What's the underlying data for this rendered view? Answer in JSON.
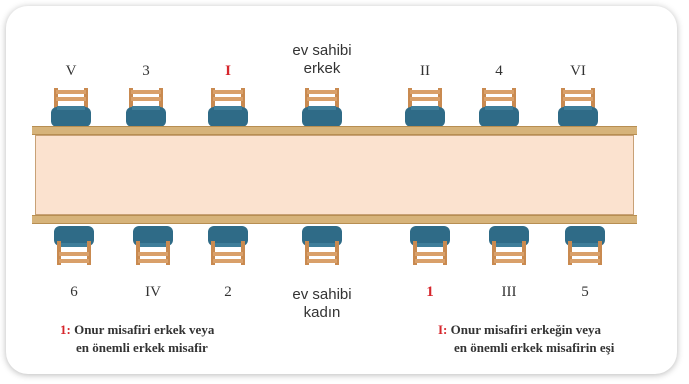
{
  "top_labels": [
    "V",
    "3",
    "I",
    "II",
    "4",
    "VI"
  ],
  "bottom_labels": [
    "6",
    "IV",
    "2",
    "1",
    "III",
    "5"
  ],
  "host_top": [
    "ev sahibi",
    "erkek"
  ],
  "host_bottom": [
    "ev sahibi",
    "kadın"
  ],
  "legend_left": {
    "key": "1:",
    "line1": "Onur misafiri erkek veya",
    "line2": "en önemli erkek misafir"
  },
  "legend_right": {
    "key": "I:",
    "line1": "Onur misafiri erkeğin veya",
    "line2": "en önemli erkek misafirin eşi"
  },
  "colors": {
    "chair_seat": "#2f6b87",
    "chair_wood": "#c98a50",
    "table_top": "#fbe2cf",
    "table_rim": "#d6b37a",
    "accent_red": "#d6262c"
  }
}
